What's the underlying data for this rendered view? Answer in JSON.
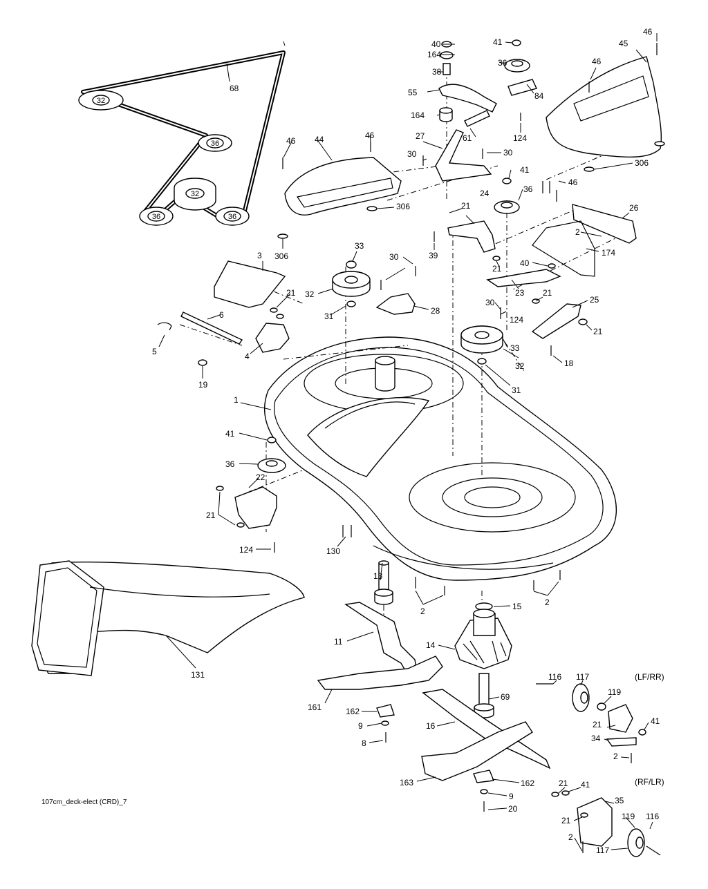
{
  "caption": "107cm_deck-elect (CRD)_7",
  "sections": {
    "lf_rr": "(LF/RR)",
    "rf_lr": "(RF/LR)"
  },
  "belt": {
    "label": "68",
    "pulley_labels": [
      "32",
      "36",
      "32",
      "36",
      "36"
    ]
  },
  "callouts": [
    {
      "id": "c1",
      "text": "40"
    },
    {
      "id": "c2",
      "text": "164"
    },
    {
      "id": "c3",
      "text": "38"
    },
    {
      "id": "c4",
      "text": "55"
    },
    {
      "id": "c5",
      "text": "164"
    },
    {
      "id": "c6",
      "text": "41"
    },
    {
      "id": "c7",
      "text": "36"
    },
    {
      "id": "c8",
      "text": "84"
    },
    {
      "id": "c9",
      "text": "124"
    },
    {
      "id": "c10",
      "text": "61"
    },
    {
      "id": "c11",
      "text": "46"
    },
    {
      "id": "c12",
      "text": "45"
    },
    {
      "id": "c13",
      "text": "46"
    },
    {
      "id": "c14",
      "text": "306"
    },
    {
      "id": "c15",
      "text": "46"
    },
    {
      "id": "c16",
      "text": "44"
    },
    {
      "id": "c17",
      "text": "46"
    },
    {
      "id": "c18",
      "text": "306"
    },
    {
      "id": "c19",
      "text": "306"
    },
    {
      "id": "c20",
      "text": "27"
    },
    {
      "id": "c21",
      "text": "30"
    },
    {
      "id": "c22",
      "text": "30"
    },
    {
      "id": "c23",
      "text": "41"
    },
    {
      "id": "c24",
      "text": "36"
    },
    {
      "id": "c25",
      "text": "46"
    },
    {
      "id": "c26",
      "text": "24"
    },
    {
      "id": "c27",
      "text": "21"
    },
    {
      "id": "c28",
      "text": "26"
    },
    {
      "id": "c29",
      "text": "2"
    },
    {
      "id": "c30",
      "text": "174"
    },
    {
      "id": "c31",
      "text": "39"
    },
    {
      "id": "c32",
      "text": "21"
    },
    {
      "id": "c33",
      "text": "40"
    },
    {
      "id": "c34",
      "text": "23"
    },
    {
      "id": "c35",
      "text": "21"
    },
    {
      "id": "c36",
      "text": "25"
    },
    {
      "id": "c37",
      "text": "30"
    },
    {
      "id": "c38",
      "text": "124"
    },
    {
      "id": "c39",
      "text": "21"
    },
    {
      "id": "c40",
      "text": "33"
    },
    {
      "id": "c41",
      "text": "32"
    },
    {
      "id": "c42",
      "text": "18"
    },
    {
      "id": "c43",
      "text": "31"
    },
    {
      "id": "c44",
      "text": "33"
    },
    {
      "id": "c45",
      "text": "30"
    },
    {
      "id": "c46",
      "text": "32"
    },
    {
      "id": "c47",
      "text": "31"
    },
    {
      "id": "c48",
      "text": "28"
    },
    {
      "id": "c49",
      "text": "3"
    },
    {
      "id": "c50",
      "text": "21"
    },
    {
      "id": "c51",
      "text": "6"
    },
    {
      "id": "c52",
      "text": "5"
    },
    {
      "id": "c53",
      "text": "4"
    },
    {
      "id": "c54",
      "text": "19"
    },
    {
      "id": "c55",
      "text": "1"
    },
    {
      "id": "c56",
      "text": "41"
    },
    {
      "id": "c57",
      "text": "36"
    },
    {
      "id": "c58",
      "text": "22"
    },
    {
      "id": "c59",
      "text": "21"
    },
    {
      "id": "c60",
      "text": "124"
    },
    {
      "id": "c61",
      "text": "130"
    },
    {
      "id": "c62",
      "text": "13"
    },
    {
      "id": "c63",
      "text": "131"
    },
    {
      "id": "c64",
      "text": "11"
    },
    {
      "id": "c65",
      "text": "2"
    },
    {
      "id": "c66",
      "text": "15"
    },
    {
      "id": "c67",
      "text": "2"
    },
    {
      "id": "c68",
      "text": "14"
    },
    {
      "id": "c69",
      "text": "161"
    },
    {
      "id": "c70",
      "text": "162"
    },
    {
      "id": "c71",
      "text": "9"
    },
    {
      "id": "c72",
      "text": "8"
    },
    {
      "id": "c73",
      "text": "69"
    },
    {
      "id": "c74",
      "text": "16"
    },
    {
      "id": "c75",
      "text": "163"
    },
    {
      "id": "c76",
      "text": "162"
    },
    {
      "id": "c77",
      "text": "9"
    },
    {
      "id": "c78",
      "text": "20"
    },
    {
      "id": "c79",
      "text": "116"
    },
    {
      "id": "c80",
      "text": "117"
    },
    {
      "id": "c81",
      "text": "119"
    },
    {
      "id": "c82",
      "text": "21"
    },
    {
      "id": "c83",
      "text": "41"
    },
    {
      "id": "c84",
      "text": "34"
    },
    {
      "id": "c85",
      "text": "2"
    },
    {
      "id": "c86",
      "text": "21"
    },
    {
      "id": "c87",
      "text": "41"
    },
    {
      "id": "c88",
      "text": "35"
    },
    {
      "id": "c89",
      "text": "21"
    },
    {
      "id": "c90",
      "text": "119"
    },
    {
      "id": "c91",
      "text": "116"
    },
    {
      "id": "c92",
      "text": "2"
    },
    {
      "id": "c93",
      "text": "117"
    }
  ]
}
